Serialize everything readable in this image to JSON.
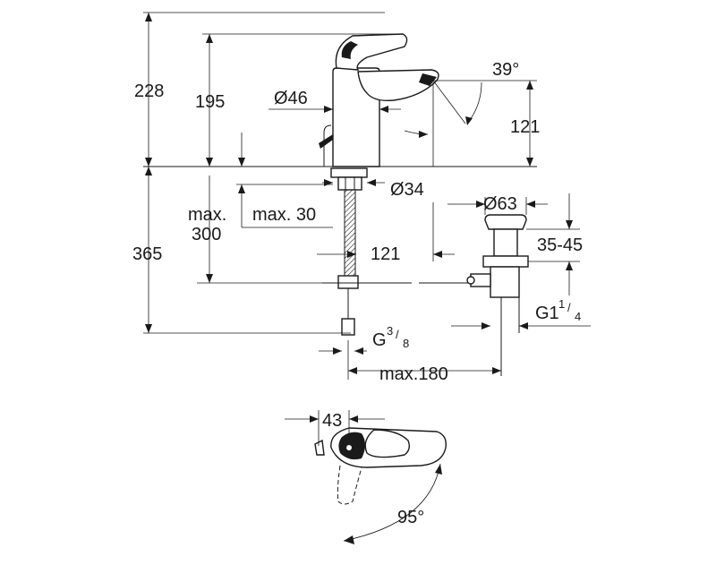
{
  "dimensions": {
    "total_height": "228",
    "spout_height": "195",
    "body_diameter": "Ø46",
    "lever_angle": "39°",
    "spout_reach": "121",
    "mount_hole": "Ø34",
    "max_label": "max.",
    "max_deck_value": "300",
    "max_deck_thickness": "max. 30",
    "below_deck_length": "365",
    "tail_offset": "121",
    "waste_diameter": "Ø63",
    "waste_range": "35-45",
    "waste_thread_main": "G1",
    "waste_thread_num": "1",
    "waste_thread_den": "4",
    "inlet_thread_main": "G",
    "inlet_thread_num": "3",
    "inlet_thread_den": "8",
    "max_offset": "max.180",
    "lever_offset": "43",
    "rotation_angle": "95°"
  }
}
